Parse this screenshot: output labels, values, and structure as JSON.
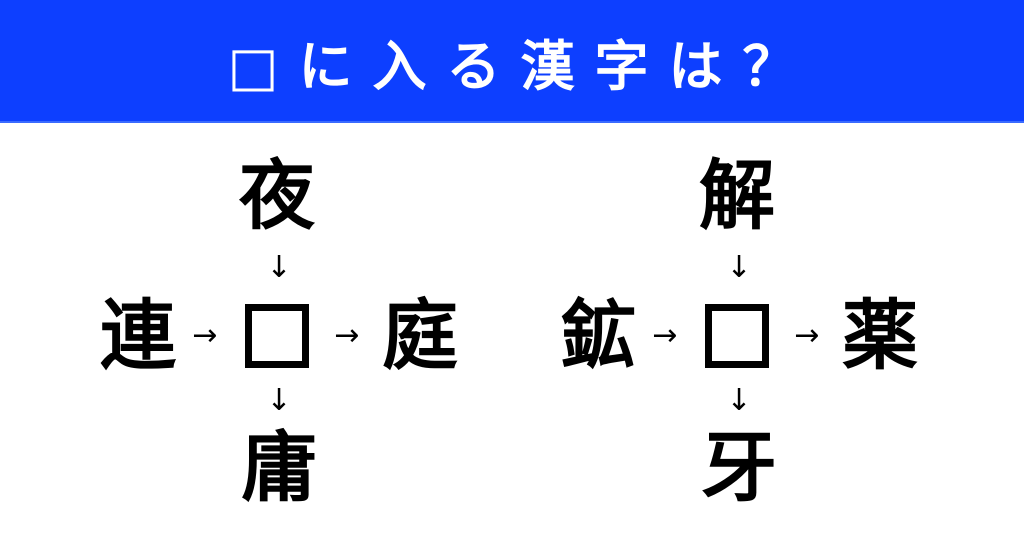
{
  "header": {
    "title": "□に入る漢字は？",
    "background_color": "#0d3fff",
    "text_color": "#ffffff"
  },
  "puzzles": [
    {
      "top": "夜",
      "left": "連",
      "right": "庭",
      "bottom": "庸",
      "blank": ""
    },
    {
      "top": "解",
      "left": "鉱",
      "right": "薬",
      "bottom": "牙",
      "blank": ""
    }
  ],
  "arrows": {
    "down": "↓",
    "right": "→"
  }
}
